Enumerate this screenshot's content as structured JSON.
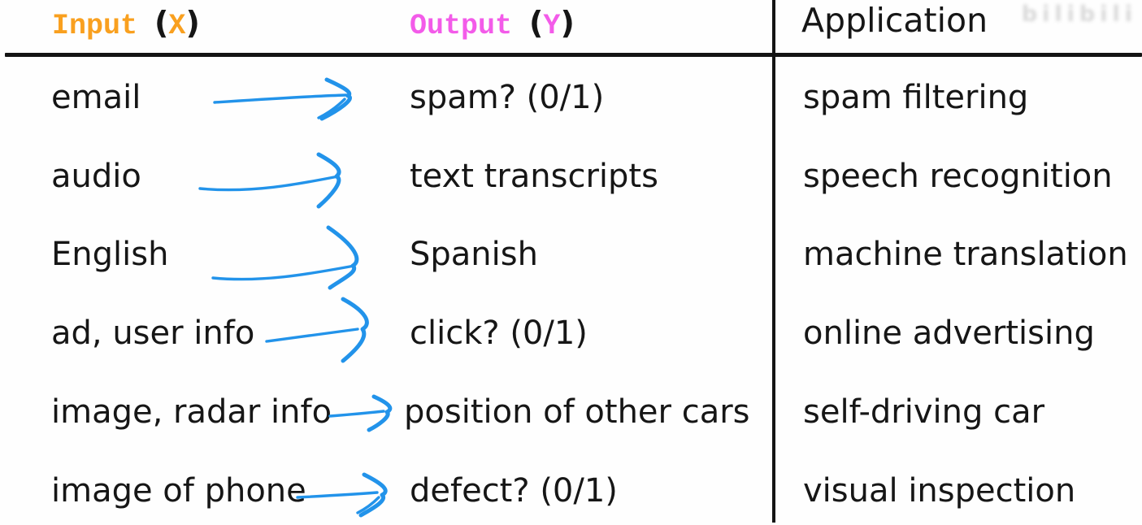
{
  "header": {
    "input": {
      "word": "Input",
      "open_paren": "(",
      "var": "X",
      "close_paren": ")"
    },
    "output": {
      "word": "Output",
      "open_paren": "(",
      "var": "Y",
      "close_paren": ")"
    },
    "application": "Application"
  },
  "rows": [
    {
      "input": "email",
      "output": "spam? (0/1)",
      "application": "spam filtering"
    },
    {
      "input": "audio",
      "output": "text transcripts",
      "application": "speech recognition"
    },
    {
      "input": "English",
      "output": "Spanish",
      "application": "machine translation"
    },
    {
      "input": "ad, user info",
      "output": "click? (0/1)",
      "application": "online advertising"
    },
    {
      "input": "image, radar info",
      "output": "position of other cars",
      "application": "self-driving car"
    },
    {
      "input": "image of phone",
      "output": "defect? (0/1)",
      "application": "visual inspection"
    }
  ],
  "watermark": {
    "text": "bilibili"
  },
  "colors": {
    "text": "#161616",
    "line": "#141414",
    "input_header": "#F9A01F",
    "output_header": "#F35BE9",
    "arrow": "#2293EA",
    "background": "#FEFEFE"
  }
}
